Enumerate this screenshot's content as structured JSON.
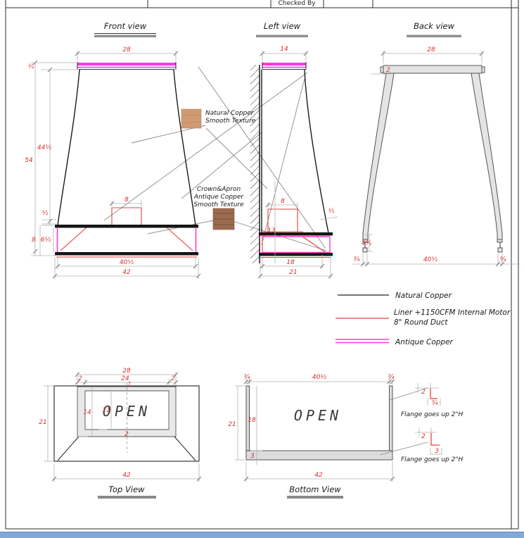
{
  "title_block": {
    "checked_by": "Checked By"
  },
  "views": {
    "front": {
      "title": "Front view",
      "dims": {
        "top_width": "28",
        "crown_height": "½",
        "total_height": "54",
        "body_height": "44½",
        "apron_gap": "½",
        "apron_height": "8",
        "band_height": "6½",
        "duct_width": "8",
        "liner_width": "40½",
        "bottom_width": "42"
      }
    },
    "left": {
      "title": "Left view",
      "dims": {
        "top_width": "14",
        "duct_width": "8",
        "wall_to_duct": "13",
        "overhang": "½",
        "liner_depth": "18",
        "bottom_depth": "21"
      }
    },
    "back": {
      "title": "Back view",
      "dims": {
        "top_width": "28",
        "crown_drop": "2",
        "foot_height": "4½",
        "foot_left": "¾",
        "span": "40½",
        "foot_right": "¾"
      }
    },
    "top_view": {
      "title": "Top View",
      "open_label": "OPEN",
      "dims": {
        "top_width": "28",
        "edge_left": "2",
        "opening_width": "24",
        "edge_right": "2",
        "back_rim": "1",
        "rim_depth": "14",
        "opening_depth": "11",
        "front_rim": "2",
        "depth": "21",
        "width": "42"
      }
    },
    "bottom_view": {
      "title": "Bottom View",
      "open_label": "OPEN",
      "dims": {
        "side_left": "¾",
        "span": "40½",
        "side_right": "¾",
        "depth": "21",
        "inner_depth": "18",
        "band": "3",
        "width": "42",
        "detail_a_width": "2",
        "detail_a_thk": "¾",
        "detail_b_width": "2",
        "detail_b_thk": "3"
      },
      "flange_note": "Flange goes up 2\"H"
    }
  },
  "annotations": {
    "natural": {
      "line1": "Natural Copper",
      "line2": "Smooth Texture"
    },
    "crown_apron": {
      "line1": "Crown&Apron",
      "line2": "Antique Copper",
      "line3": "Smooth Texture"
    }
  },
  "legend": {
    "natural_label": "Natural Copper",
    "liner_label_1": "Liner +1150CFM Internal Motor",
    "liner_label_2": "8\" Round Duct",
    "antique_label": "Antique Copper"
  },
  "colors": {
    "dim_red": "#d62f2f",
    "magenta": "#ff3ad6",
    "liner_red": "#e8625a",
    "copper_swatch": "#d09b73",
    "antique_swatch": "#9b6b4f",
    "gray_fill": "#e4e4e4",
    "scrollbar_blue": "#81a9d7"
  }
}
